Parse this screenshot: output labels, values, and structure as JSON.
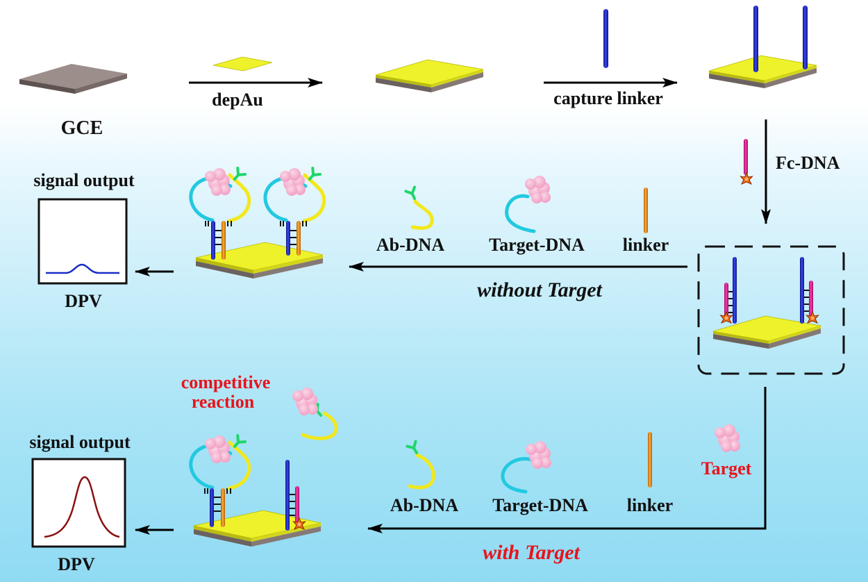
{
  "labels": {
    "gce": "GCE",
    "depau": "depAu",
    "capture_linker": "capture linker",
    "fc_dna": "Fc-DNA",
    "signal_output_top": "signal output",
    "dpv_top": "DPV",
    "ab_dna_top": "Ab-DNA",
    "target_dna_top": "Target-DNA",
    "linker_top": "linker",
    "without_target": "without Target",
    "competitive_reaction_1": "competitive",
    "competitive_reaction_2": "reaction",
    "target": "Target",
    "signal_output_bottom": "signal output",
    "dpv_bottom": "DPV",
    "ab_dna_bottom": "Ab-DNA",
    "target_dna_bottom": "Target-DNA",
    "linker_bottom": "linker",
    "with_target": "with Target"
  },
  "colors": {
    "electrode_gray": "#8c7f7b",
    "gold_yellow": "#eef22a",
    "capture_blue": "#1a23c8",
    "fc_magenta": "#e0148c",
    "linker_orange": "#f08a10",
    "target_dna_cyan": "#22c9e0",
    "ab_dna_yellow": "#f2e81c",
    "antibody_green": "#1fd66a",
    "protein_pink": "#f7b8d4",
    "ferrocene_orange": "#f26a10",
    "dpv_low_curve": "#1a2ec8",
    "dpv_high_curve": "#8b1010",
    "label_red": "#e8141b"
  }
}
